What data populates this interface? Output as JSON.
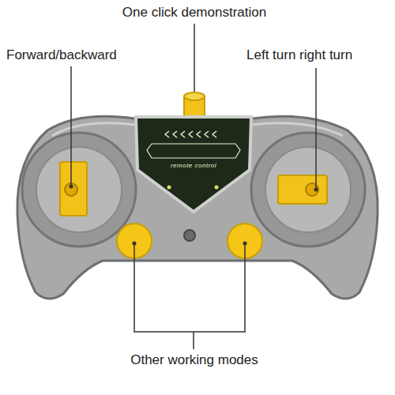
{
  "diagram": {
    "labels": [
      "One click demonstration",
      "Forward/backward",
      "Left turn right turn",
      "Other working modes",
      "remote control"
    ]
  }
}
